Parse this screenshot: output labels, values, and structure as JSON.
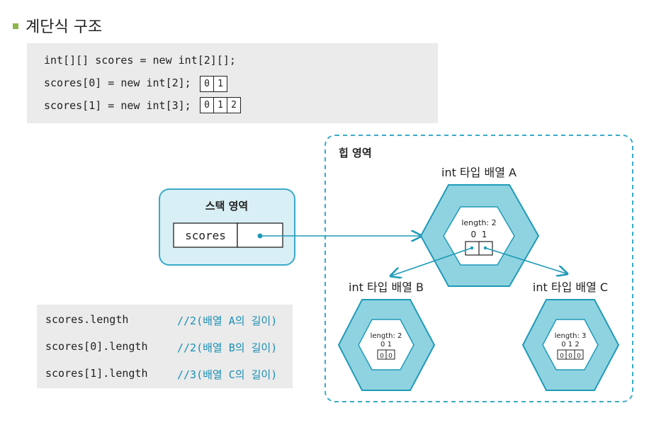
{
  "title": "계단식 구조",
  "code": {
    "line1": "int[][] scores = new int[2][];",
    "line2": "scores[0] = new int[2];",
    "line3": "scores[1] = new int[3];",
    "row0_cells": [
      "0",
      "1"
    ],
    "row1_cells": [
      "0",
      "1",
      "2"
    ]
  },
  "stack": {
    "title": "스택 영역",
    "var_name": "scores"
  },
  "heap": {
    "title": "힙 영역",
    "array_a": {
      "label": "int 타입 배열 A",
      "length": "length: 2",
      "indices": "0  1"
    },
    "array_b": {
      "label": "int 타입 배열 B",
      "length": "length: 2",
      "indices": "0 1",
      "values": [
        "0",
        "0"
      ]
    },
    "array_c": {
      "label": "int 타입 배열 C",
      "length": "length: 3",
      "indices": "0 1 2",
      "values": [
        "0",
        "0",
        "0"
      ]
    }
  },
  "lengths": [
    {
      "expr": "scores.length",
      "comment": "//2(배열 A의 길이)"
    },
    {
      "expr": "scores[0].length",
      "comment": "//2(배열 B의 길이)"
    },
    {
      "expr": "scores[1].length",
      "comment": "//3(배열 C의 길이)"
    }
  ],
  "colors": {
    "hex_outer": "#8fd3e1",
    "hex_stroke": "#1f9ab8",
    "stack_bg": "#d8eff5",
    "dashed": "#3aaac8",
    "code_bg": "#ebebeb",
    "comment": "#1a8fb5"
  }
}
